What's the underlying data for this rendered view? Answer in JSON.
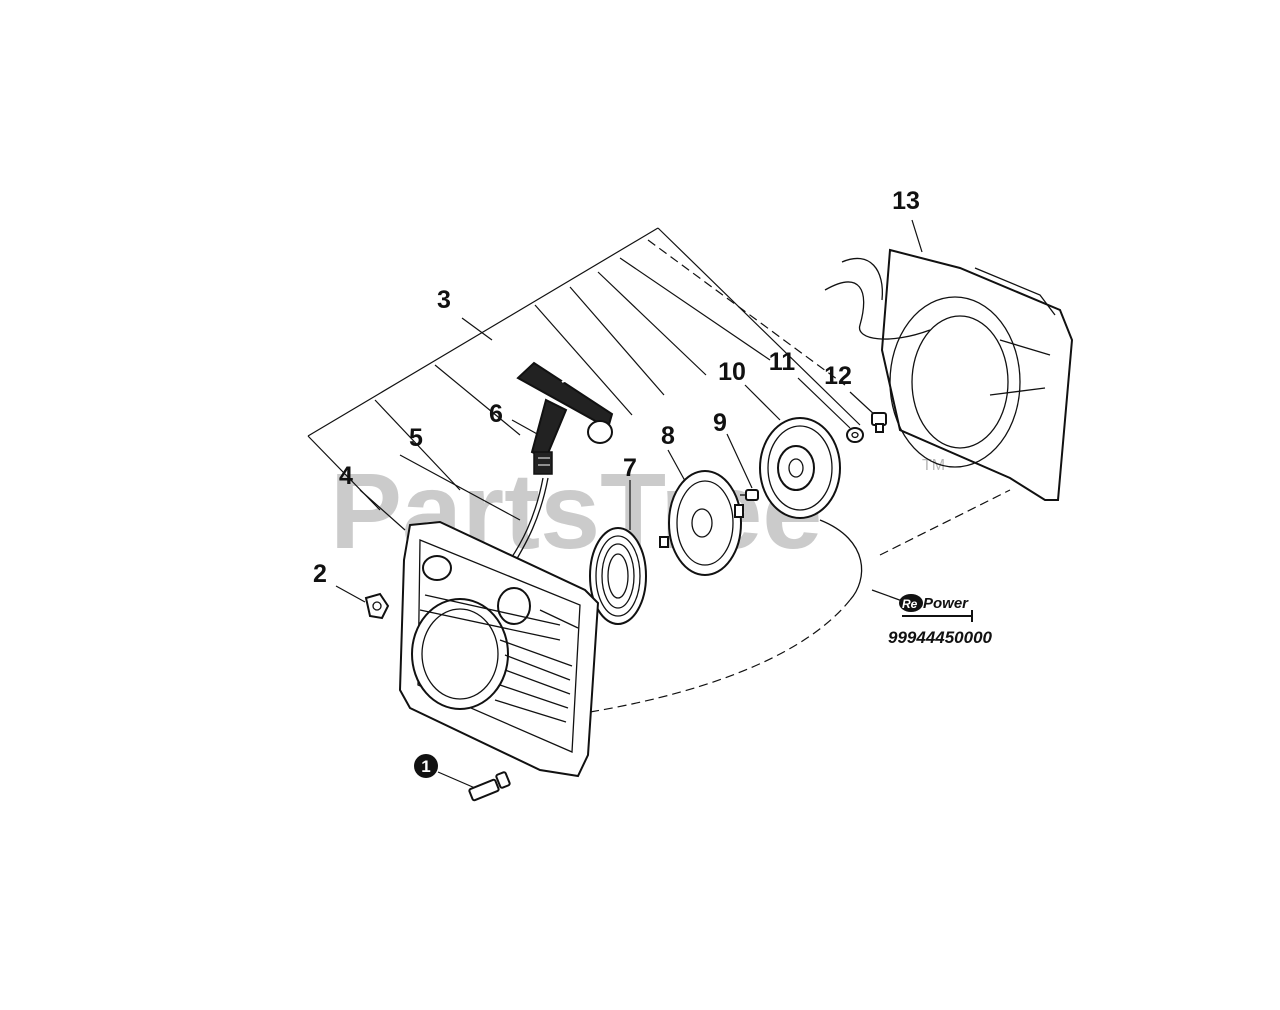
{
  "diagram": {
    "callouts": [
      "1",
      "2",
      "3",
      "4",
      "5",
      "6",
      "7",
      "8",
      "9",
      "10",
      "11",
      "12",
      "13"
    ],
    "watermark": "PartsTree",
    "trademark": "TM",
    "repower_brand_prefix": "Re",
    "repower_brand_suffix": "Power",
    "repower_part_number": "99944450000"
  }
}
